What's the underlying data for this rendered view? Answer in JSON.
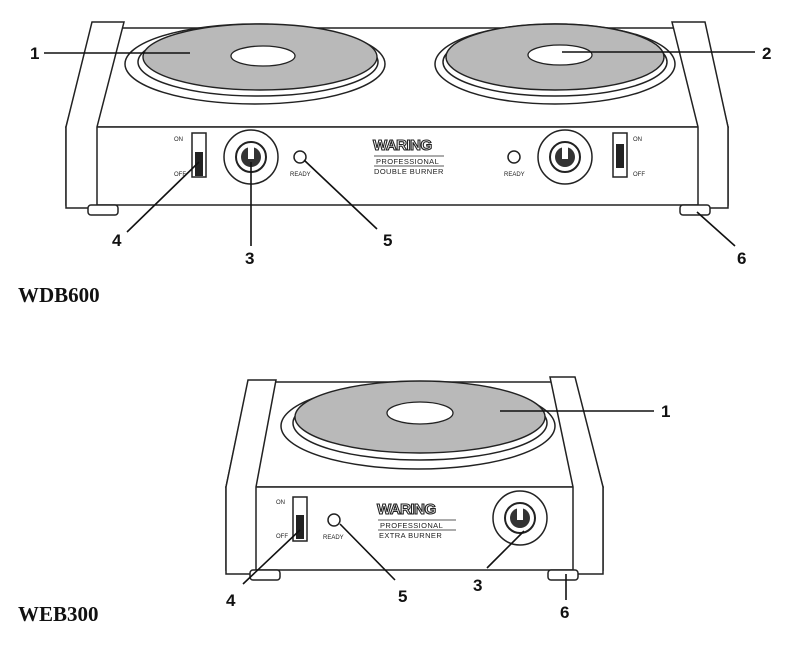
{
  "models": [
    {
      "model_name": "WDB600",
      "brand": "WARING",
      "line1": "PROFESSIONAL",
      "line2": "DOUBLE BURNER",
      "switch_on": "ON",
      "switch_off": "OFF",
      "ready_left": "READY",
      "ready_right": "READY",
      "switch_on_right": "ON",
      "switch_off_right": "OFF",
      "callouts": [
        "1",
        "2",
        "3",
        "4",
        "5",
        "6"
      ]
    },
    {
      "model_name": "WEB300",
      "brand": "WARING",
      "line1": "PROFESSIONAL",
      "line2": "EXTRA BURNER",
      "switch_on": "ON",
      "switch_off": "OFF",
      "ready": "READY",
      "callouts": [
        "1",
        "3",
        "4",
        "5",
        "6"
      ]
    }
  ]
}
